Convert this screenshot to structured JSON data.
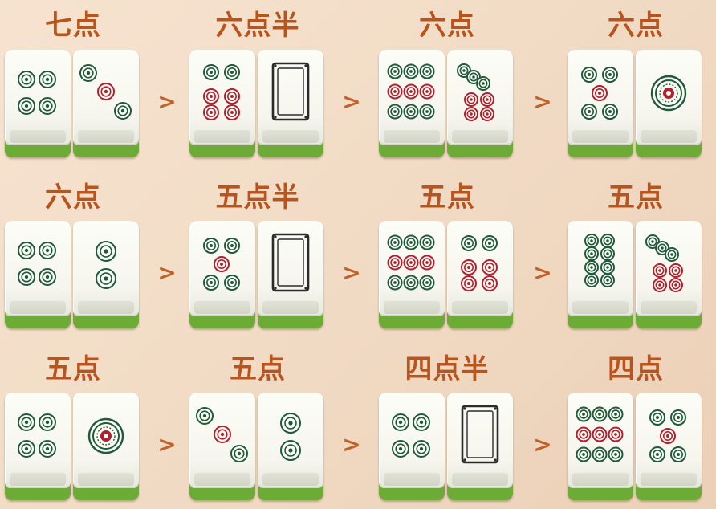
{
  "arrow_symbol": ">",
  "rows": [
    {
      "groups": [
        {
          "title": "七点",
          "tiles": [
            "4-circles",
            "3-circles"
          ]
        },
        {
          "title": "六点半",
          "tiles": [
            "6-circles",
            "white-dragon"
          ]
        },
        {
          "title": "六点",
          "tiles": [
            "9-circles",
            "7-circles"
          ]
        },
        {
          "title": "六点",
          "tiles": [
            "5-circles",
            "1-circle"
          ]
        }
      ]
    },
    {
      "groups": [
        {
          "title": "六点",
          "tiles": [
            "4-circles",
            "2-circles"
          ]
        },
        {
          "title": "五点半",
          "tiles": [
            "5-circles",
            "white-dragon"
          ]
        },
        {
          "title": "五点",
          "tiles": [
            "9-circles",
            "6-circles"
          ]
        },
        {
          "title": "五点",
          "tiles": [
            "8-circles",
            "7-circles"
          ]
        }
      ]
    },
    {
      "groups": [
        {
          "title": "五点",
          "tiles": [
            "4-circles",
            "1-circle"
          ]
        },
        {
          "title": "五点",
          "tiles": [
            "3-circles",
            "2-circles"
          ]
        },
        {
          "title": "四点半",
          "tiles": [
            "4-circles",
            "white-dragon"
          ]
        },
        {
          "title": "四点",
          "tiles": [
            "9-circles",
            "5-circles"
          ]
        }
      ]
    }
  ],
  "colors": {
    "title": "#b8541c",
    "arrow": "#c0612b",
    "pip_green": "#1f5a3a",
    "pip_red": "#b0202e",
    "tile_back": "#6cab35"
  }
}
